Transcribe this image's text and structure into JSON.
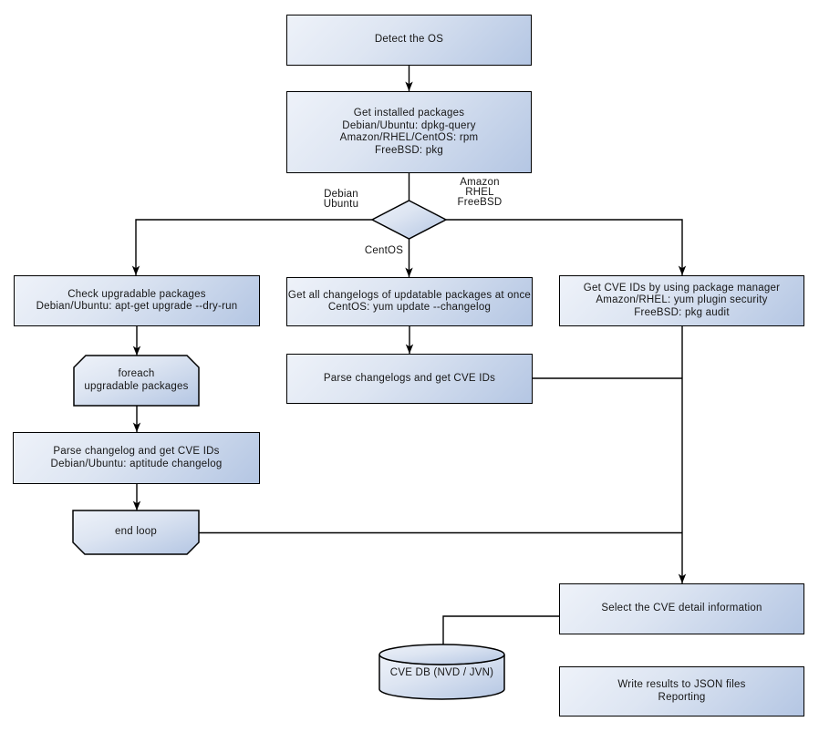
{
  "diagram_type": "flowchart",
  "colors": {
    "background": "#ffffff",
    "node_fill_light": "#eef2f9",
    "node_fill_dark": "#b4c6e3",
    "node_border": "#000000",
    "connector": "#000000",
    "text": "#161616"
  },
  "nodes": {
    "detect_os": {
      "lines": [
        "Detect the OS"
      ]
    },
    "get_installed": {
      "lines": [
        "Get installed packages",
        "Debian/Ubuntu: dpkg-query",
        "Amazon/RHEL/CentOS: rpm",
        "FreeBSD: pkg"
      ]
    },
    "check_upgradable": {
      "lines": [
        "Check upgradable packages",
        "Debian/Ubuntu: apt-get upgrade --dry-run"
      ]
    },
    "foreach_loop": {
      "lines": [
        "foreach",
        "upgradable  packages"
      ]
    },
    "parse_changelog_deb": {
      "lines": [
        "Parse changelog and get  CVE IDs",
        "Debian/Ubuntu: aptitude changelog"
      ]
    },
    "end_loop": {
      "lines": [
        "end loop"
      ]
    },
    "get_all_changelogs": {
      "lines": [
        "Get all changelogs of updatable packages at once",
        "CentOS: yum update --changelog"
      ]
    },
    "parse_changelogs_centos": {
      "lines": [
        "Parse changelogs and get CVE IDs"
      ]
    },
    "get_cve_pkg_manager": {
      "lines": [
        "Get CVE IDs by using package manager",
        "Amazon/RHEL: yum plugin security",
        "FreeBSD: pkg audit"
      ]
    },
    "select_cve_detail": {
      "lines": [
        "Select the CVE detail information"
      ]
    },
    "write_results": {
      "lines": [
        "Write results to JSON files",
        "Reporting"
      ]
    },
    "cve_db": {
      "lines": [
        "CVE DB (NVD / JVN)"
      ]
    }
  },
  "edge_labels": {
    "debian_ubuntu": {
      "lines": [
        "Debian",
        "Ubuntu"
      ]
    },
    "amazon_rhel_freebsd": {
      "lines": [
        "Amazon",
        "RHEL",
        "FreeBSD"
      ]
    },
    "centos": {
      "lines": [
        "CentOS"
      ]
    }
  }
}
